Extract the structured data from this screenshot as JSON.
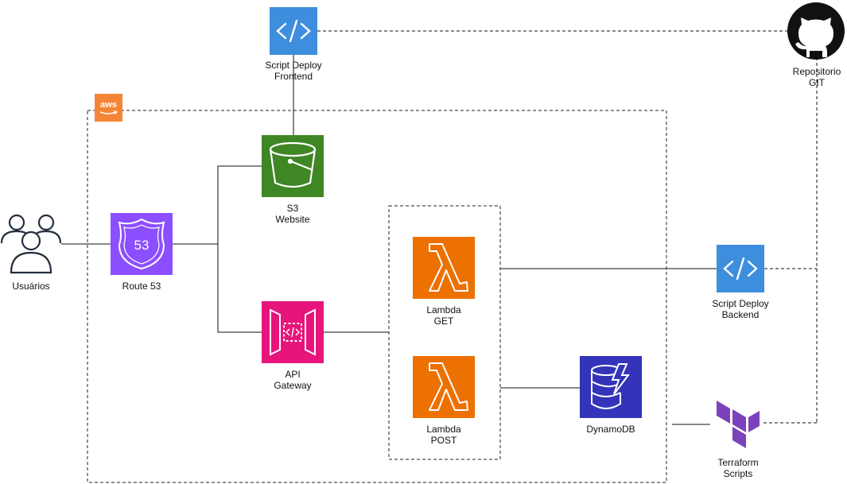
{
  "nodes": {
    "users": {
      "lines": [
        "Usuários"
      ]
    },
    "route53": {
      "lines": [
        "Route 53"
      ],
      "badge": "53",
      "icon": "route53-icon",
      "color": "#8C4FFF"
    },
    "s3": {
      "lines": [
        "S3",
        "Website"
      ],
      "icon": "s3-bucket-icon",
      "color": "#3F8624"
    },
    "api_gateway": {
      "lines": [
        "API",
        "Gateway"
      ],
      "icon": "api-gateway-icon",
      "color": "#E7157B"
    },
    "lambda_get": {
      "lines": [
        "Lambda",
        "GET"
      ],
      "icon": "lambda-icon",
      "color": "#ED7100"
    },
    "lambda_post": {
      "lines": [
        "Lambda",
        "POST"
      ],
      "icon": "lambda-icon",
      "color": "#ED7100"
    },
    "dynamodb": {
      "lines": [
        "DynamoDB"
      ],
      "icon": "dynamodb-icon",
      "color": "#3334B9"
    },
    "deploy_frontend": {
      "lines": [
        "Script Deploy",
        "Frontend"
      ],
      "icon": "code-icon",
      "color": "#3E8EDE"
    },
    "deploy_backend": {
      "lines": [
        "Script Deploy",
        "Backend"
      ],
      "icon": "code-icon",
      "color": "#3E8EDE"
    },
    "repo": {
      "lines": [
        "Repositorio",
        "GIT"
      ],
      "icon": "github-icon"
    },
    "terraform": {
      "lines": [
        "Terraform",
        "Scripts"
      ],
      "icon": "terraform-icon",
      "color": "#7B42BC"
    }
  },
  "aws_logo": {
    "text": "aws",
    "color": "#F58536"
  }
}
